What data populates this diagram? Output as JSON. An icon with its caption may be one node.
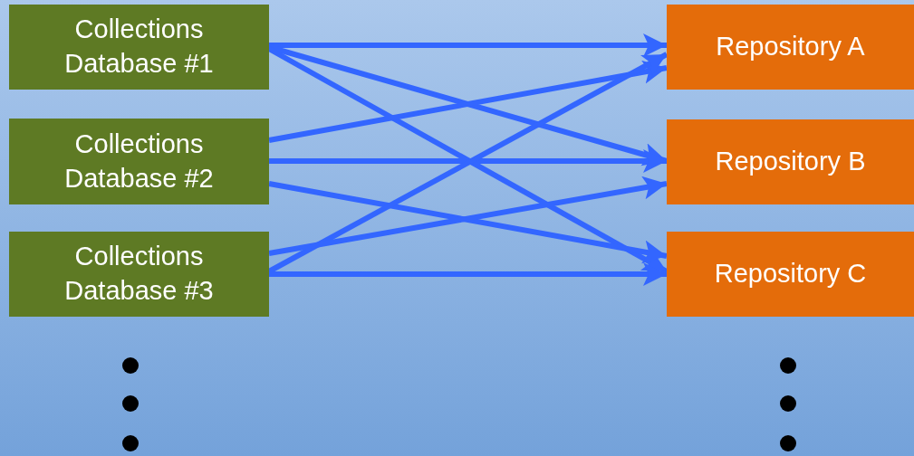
{
  "diagram": {
    "nodes": [
      {
        "text": [
          "Collections Database #1"
        ]
      },
      {
        "text": [
          "Collections Database #2"
        ]
      },
      {
        "text": [
          "Collections Database #3"
        ]
      },
      {
        "text": [
          "Repository A"
        ]
      },
      {
        "text": [
          "Repository B"
        ]
      },
      {
        "text": [
          "Repository C"
        ]
      }
    ],
    "edges": [
      {
        "from": 0,
        "to": 3,
        "arrow": "to"
      },
      {
        "from": 0,
        "to": 4,
        "arrow": "to"
      },
      {
        "from": 0,
        "to": 5,
        "arrow": "to"
      },
      {
        "from": 1,
        "to": 3,
        "arrow": "to"
      },
      {
        "from": 1,
        "to": 4,
        "arrow": "to"
      },
      {
        "from": 1,
        "to": 5,
        "arrow": "to"
      },
      {
        "from": 2,
        "to": 3,
        "arrow": "to"
      },
      {
        "from": 2,
        "to": 4,
        "arrow": "to"
      },
      {
        "from": 2,
        "to": 5,
        "arrow": "to"
      }
    ]
  }
}
